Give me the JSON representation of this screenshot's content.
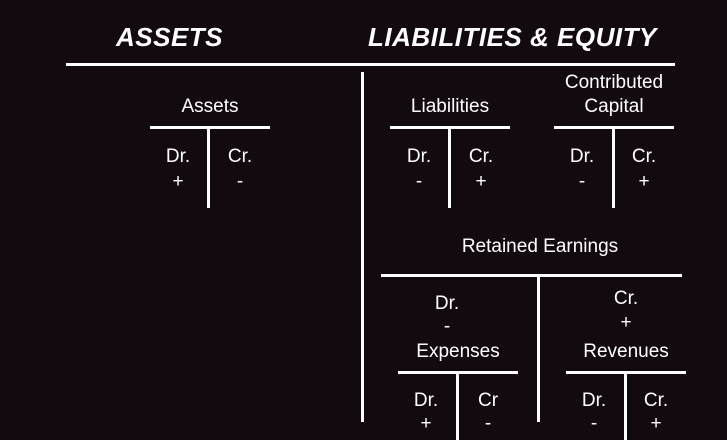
{
  "headings": {
    "left": "ASSETS",
    "right": "LIABILITIES & EQUITY"
  },
  "colors": {
    "background": "#120911",
    "foreground": "#ffffff"
  },
  "accounts": {
    "assets": {
      "title": "Assets",
      "dr_label": "Dr.",
      "dr_sign": "+",
      "cr_label": "Cr.",
      "cr_sign": "-"
    },
    "liabilities": {
      "title": "Liabilities",
      "dr_label": "Dr.",
      "dr_sign": "-",
      "cr_label": "Cr.",
      "cr_sign": "+"
    },
    "contributed_capital": {
      "title_line1": "Contributed",
      "title_line2": "Capital",
      "dr_label": "Dr.",
      "dr_sign": "-",
      "cr_label": "Cr.",
      "cr_sign": "+"
    },
    "retained_earnings": {
      "title": "Retained Earnings",
      "dr_label": "Dr.",
      "dr_sign": "-",
      "cr_label": "Cr.",
      "cr_sign": "+"
    },
    "expenses": {
      "title": "Expenses",
      "dr_label": "Dr.",
      "dr_sign": "+",
      "cr_label": "Cr",
      "cr_sign": "-"
    },
    "revenues": {
      "title": "Revenues",
      "dr_label": "Dr.",
      "dr_sign": "-",
      "cr_label": "Cr.",
      "cr_sign": "+"
    }
  }
}
